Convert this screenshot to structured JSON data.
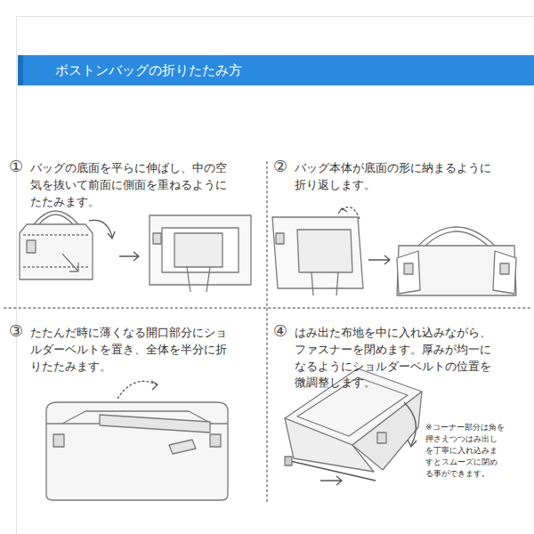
{
  "diagram": {
    "title": "ボストンバッグの折りたたみ方",
    "labels": [
      "①",
      "バッグの底面を平らに伸ばし、中の空 気を抜いて前面に側面を重ねるように たたみます。",
      "②",
      "バッグ本体が底面の形に納まるように 折り返します。",
      "③",
      "たたんだ時に薄くなる開口部分にショ ルダーベルトを置き、全体を半分に折 りたたみます。",
      "④",
      "はみ出た布地を中に入れ込みながら、 ファスナーを閉めます。厚みが均一に なるようにショルダーベルトの位置を 微調整します。",
      "※コーナー部分は角を 押さえつつはみ出し を丁寧に入れ込みま すとスムーズに閉め る事ができます。"
    ]
  }
}
